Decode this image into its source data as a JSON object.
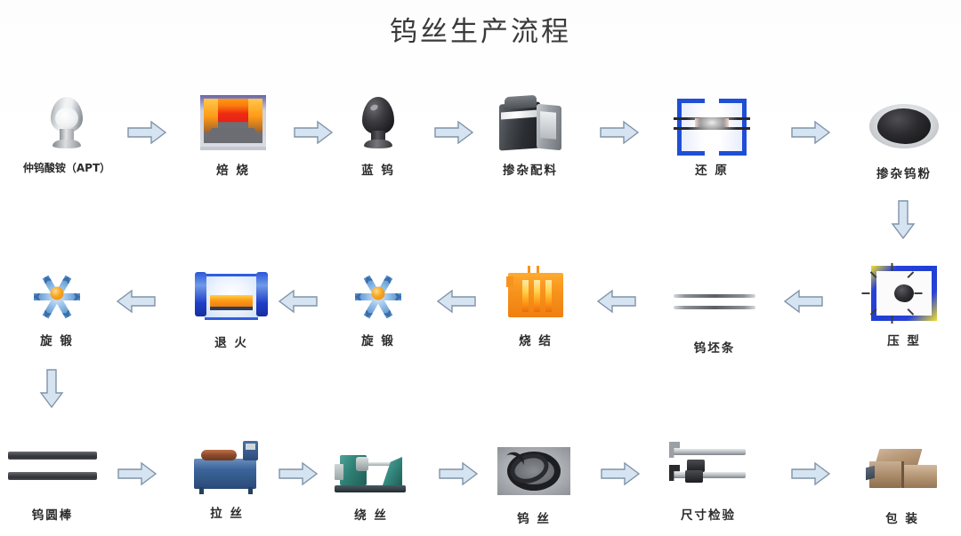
{
  "title": "钨丝生产流程",
  "colors": {
    "background": "#ffffff",
    "title_text": "#3a3a3a",
    "caption_text": "#2b2b2b",
    "arrow_fill": "#d6e4f2",
    "arrow_stroke": "#7f93a8",
    "accent_orange": "#f7941d",
    "accent_blue": "#1f4fd6"
  },
  "flow": {
    "row1_direction": "left-to-right",
    "row2_direction": "right-to-left",
    "row3_direction": "left-to-right",
    "connector_right_label": "down-arrow",
    "connector_left_label": "down-arrow"
  },
  "rows": [
    {
      "id": "row-1",
      "steps": [
        {
          "label": "仲钨酸铵（APT）",
          "icon": "apt-jar-icon"
        },
        {
          "label": "焙 烧",
          "icon": "calcination-furnace-icon"
        },
        {
          "label": "蓝 钨",
          "icon": "blue-tungsten-icon"
        },
        {
          "label": "掺杂配料",
          "icon": "doping-mixer-icon"
        },
        {
          "label": "还 原",
          "icon": "reduction-furnace-icon"
        },
        {
          "label": "掺杂钨粉",
          "icon": "doped-tungsten-powder-icon"
        }
      ]
    },
    {
      "id": "row-2",
      "steps": [
        {
          "label": "旋 锻",
          "icon": "rotary-swaging-icon"
        },
        {
          "label": "退 火",
          "icon": "annealing-furnace-icon"
        },
        {
          "label": "旋 锻",
          "icon": "rotary-swaging-icon"
        },
        {
          "label": "烧 结",
          "icon": "sintering-furnace-icon"
        },
        {
          "label": "钨坯条",
          "icon": "tungsten-billet-icon"
        },
        {
          "label": "压 型",
          "icon": "pressing-die-icon"
        }
      ]
    },
    {
      "id": "row-3",
      "steps": [
        {
          "label": "钨圆棒",
          "icon": "tungsten-round-bar-icon"
        },
        {
          "label": "拉 丝",
          "icon": "wire-drawing-machine-icon"
        },
        {
          "label": "绕 丝",
          "icon": "wire-winding-machine-icon"
        },
        {
          "label": "钨 丝",
          "icon": "tungsten-wire-coil-icon"
        },
        {
          "label": "尺寸检验",
          "icon": "caliper-inspection-icon"
        },
        {
          "label": "包 装",
          "icon": "packaging-boxes-icon"
        }
      ]
    }
  ]
}
